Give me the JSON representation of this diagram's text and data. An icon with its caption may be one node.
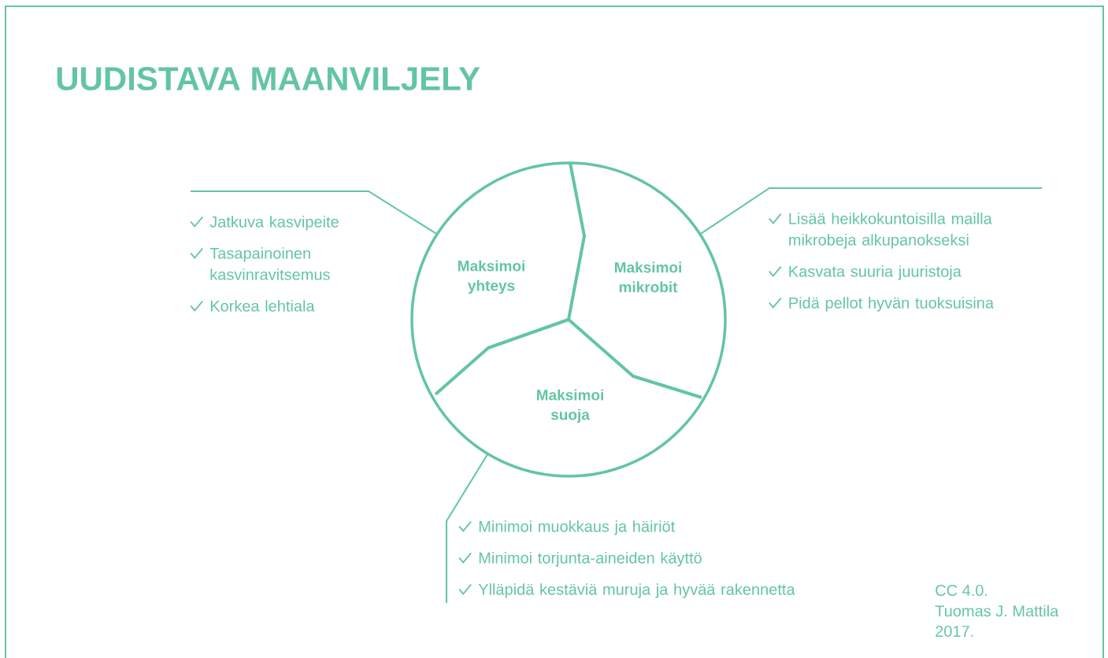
{
  "diagram": {
    "title": "UUDISTAVA MAANVILJELY",
    "nodes": [
      {
        "text": [],
        "shape": "circle"
      },
      {
        "text": [
          "Maksimoi yhteys"
        ],
        "in": 0
      },
      {
        "text": [
          "Maksimoi mikrobit"
        ],
        "in": 0
      },
      {
        "text": [
          "Maksimoi suoja"
        ],
        "in": 0
      },
      {
        "text": [
          "Jatkuva kasvipeite",
          "Tasapainoinen kasvinravitsemus",
          "Korkea lehtiala"
        ]
      },
      {
        "text": [
          "Lisää heikkokuntoisilla mailla mikrobeja alkupanokseksi",
          "Kasvata suuria juuristoja",
          "Pidä pellot hyvän tuoksuisina"
        ]
      },
      {
        "text": [
          "Minimoi muokkaus ja häiriöt",
          "Minimoi torjunta-aineiden käyttö",
          "Ylläpidä kestäviä muruja ja hyvää rakennetta"
        ]
      }
    ],
    "edges": [
      {
        "from": 0,
        "to": 4,
        "arrow": "none"
      },
      {
        "from": 0,
        "to": 5,
        "arrow": "none"
      },
      {
        "from": 0,
        "to": 6,
        "arrow": "none"
      }
    ],
    "labels": [
      "CC 4.0.",
      "Tuomas J. Mattila",
      "2017."
    ]
  }
}
